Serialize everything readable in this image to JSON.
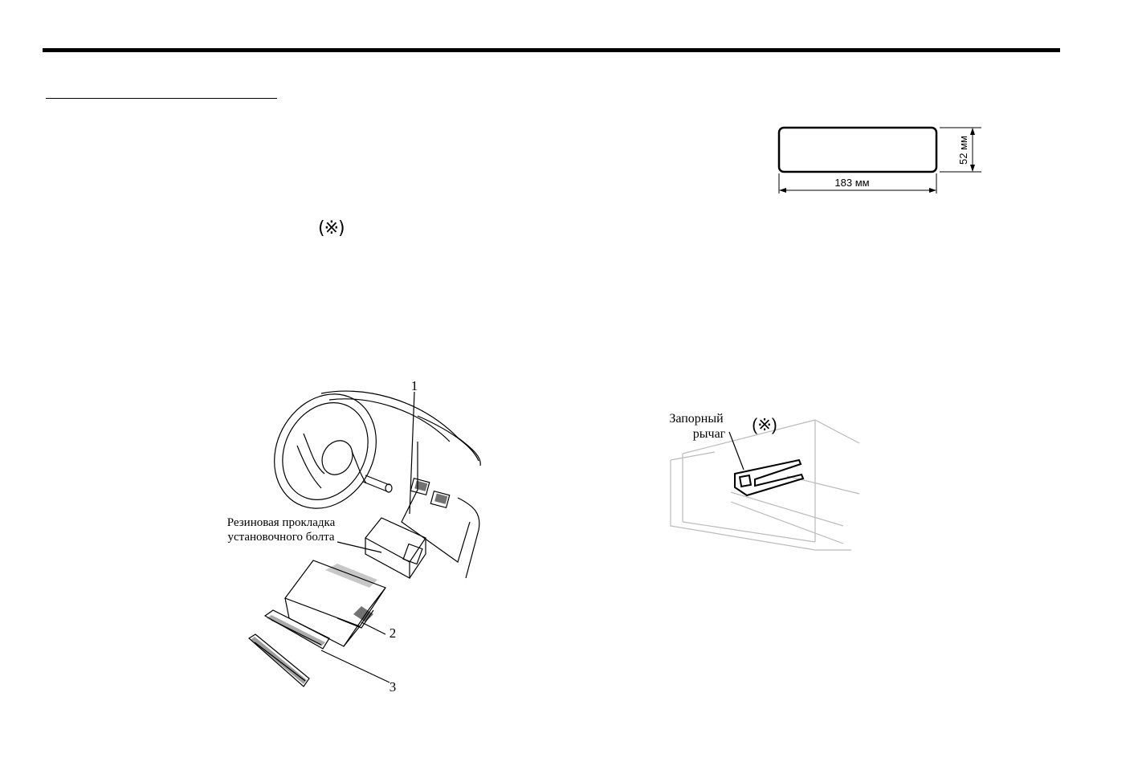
{
  "reference_mark": "(※)",
  "dimension_figure": {
    "width_label": "183 мм",
    "height_label": "52 мм"
  },
  "install_figure": {
    "callout_1": "1",
    "callout_2": "2",
    "callout_3": "3",
    "gasket_label_line1": "Резиновая прокладка",
    "gasket_label_line2": "установочного болта"
  },
  "lever_figure": {
    "label_line1": "Запорный",
    "label_line2": "рычаг",
    "label_mark": "(※)"
  }
}
